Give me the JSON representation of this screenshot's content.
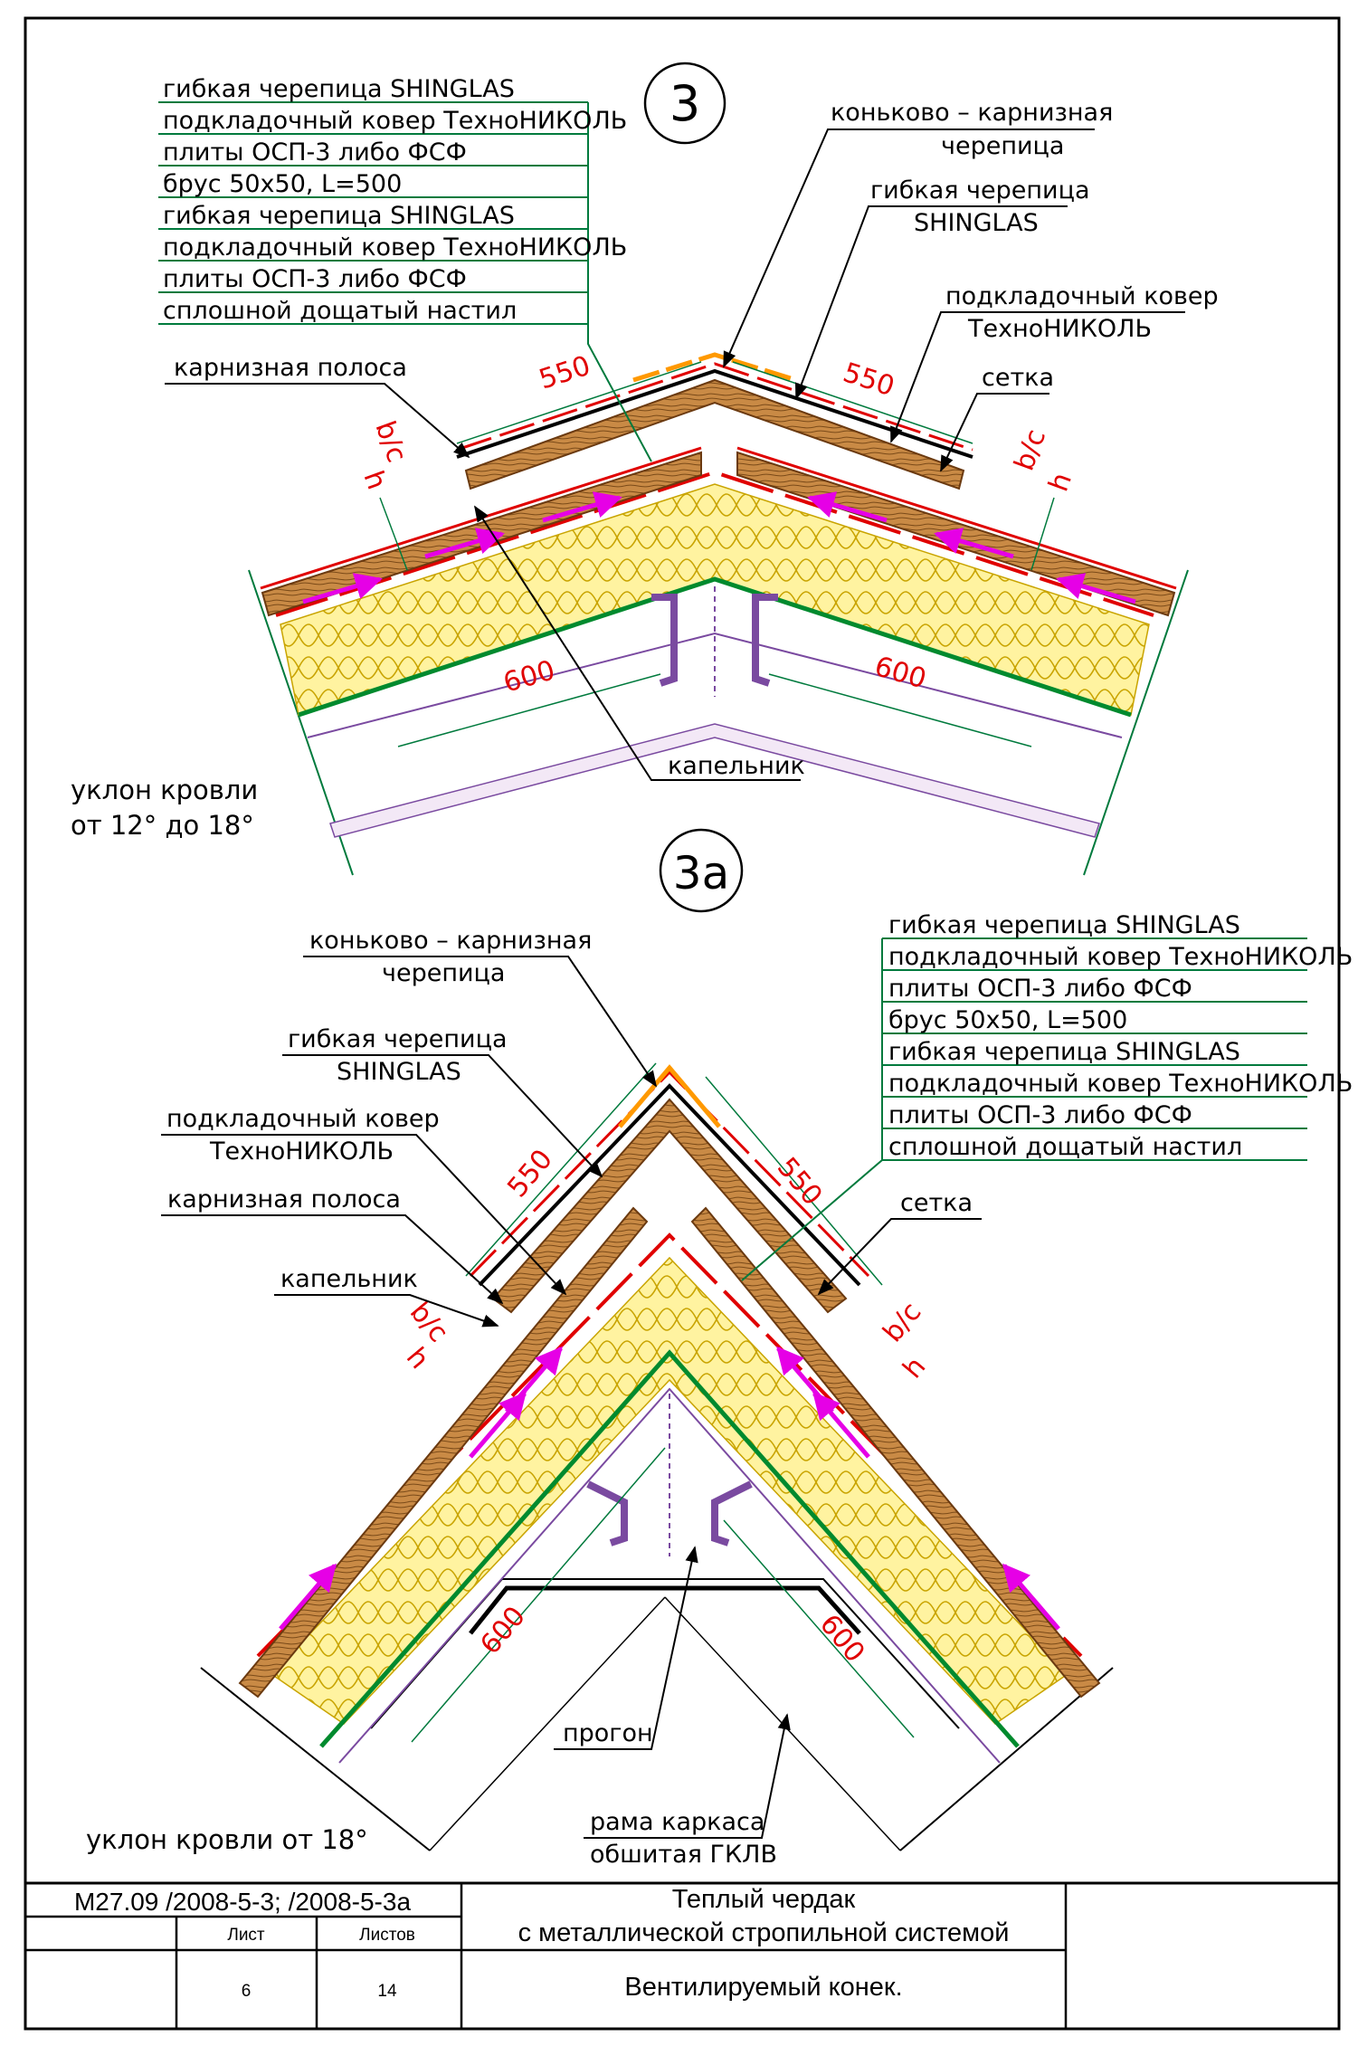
{
  "detail_3": {
    "marker": "3",
    "callout_stack": [
      "гибкая черепица SHINGLAS",
      "подкладочный ковер ТехноНИКОЛЬ",
      "плиты ОСП-3 либо ФСФ",
      "брус 50х50, L=500",
      "гибкая черепица SHINGLAS",
      "подкладочный ковер ТехноНИКОЛЬ",
      "плиты ОСП-3 либо ФСФ",
      "сплошной дощатый настил"
    ],
    "ridge_tile_1": "коньково – карнизная",
    "ridge_tile_2": "черепица",
    "flexible_tile_1": "гибкая черепица",
    "flexible_tile_2": "SHINGLAS",
    "underlay_1": "подкладочный ковер",
    "underlay_2": "ТехноНИКОЛЬ",
    "mesh": "сетка",
    "eaves_strip": "карнизная полоса",
    "drip_edge": "капельник",
    "dim_550": "550",
    "dim_600": "600",
    "dim_bc": "b/c",
    "dim_h": "h",
    "slope_line1": "уклон кровли",
    "slope_line2": "от 12° до 18°"
  },
  "detail_3a": {
    "marker": "3а",
    "callout_stack": [
      "гибкая черепица SHINGLAS",
      "подкладочный ковер ТехноНИКОЛЬ",
      "плиты ОСП-3 либо ФСФ",
      "брус 50х50, L=500",
      "гибкая черепица SHINGLAS",
      "подкладочный ковер ТехноНИКОЛЬ",
      "плиты ОСП-3 либо ФСФ",
      "сплошной дощатый настил"
    ],
    "ridge_tile_1": "коньково – карнизная",
    "ridge_tile_2": "черепица",
    "flexible_tile_1": "гибкая черепица",
    "flexible_tile_2": "SHINGLAS",
    "underlay_1": "подкладочный ковер",
    "underlay_2": "ТехноНИКОЛЬ",
    "eaves_strip": "карнизная полоса",
    "drip_edge": "капельник",
    "mesh": "сетка",
    "purlin": "прогон",
    "frame_1": "рама каркаса",
    "frame_2": "обшитая ГКЛВ",
    "dim_550": "550",
    "dim_600": "600",
    "dim_bc": "b/c",
    "dim_h": "h",
    "slope": "уклон кровли от 18°"
  },
  "title_block": {
    "code": "М27.09 /2008-5-3; /2008-5-3а",
    "title_line1": "Теплый чердак",
    "title_line2": "с металлической стропильной системой",
    "sheet_label": "Лист",
    "sheets_label": "Листов",
    "sheet_no": "6",
    "sheets_total": "14",
    "subtitle": "Вентилируемый конек."
  },
  "colors": {
    "wood": "#b8752e",
    "wood_dark": "#6b3a10",
    "insulation": "#fff3a0",
    "insulation_line": "#c9a400",
    "membrane": "#e00000",
    "vapour": "#008a2e",
    "air_arrow": "#e600e6",
    "ridge_tile": "#ff9900",
    "leader": "#007a3d",
    "steel": "#7a4aa0"
  }
}
